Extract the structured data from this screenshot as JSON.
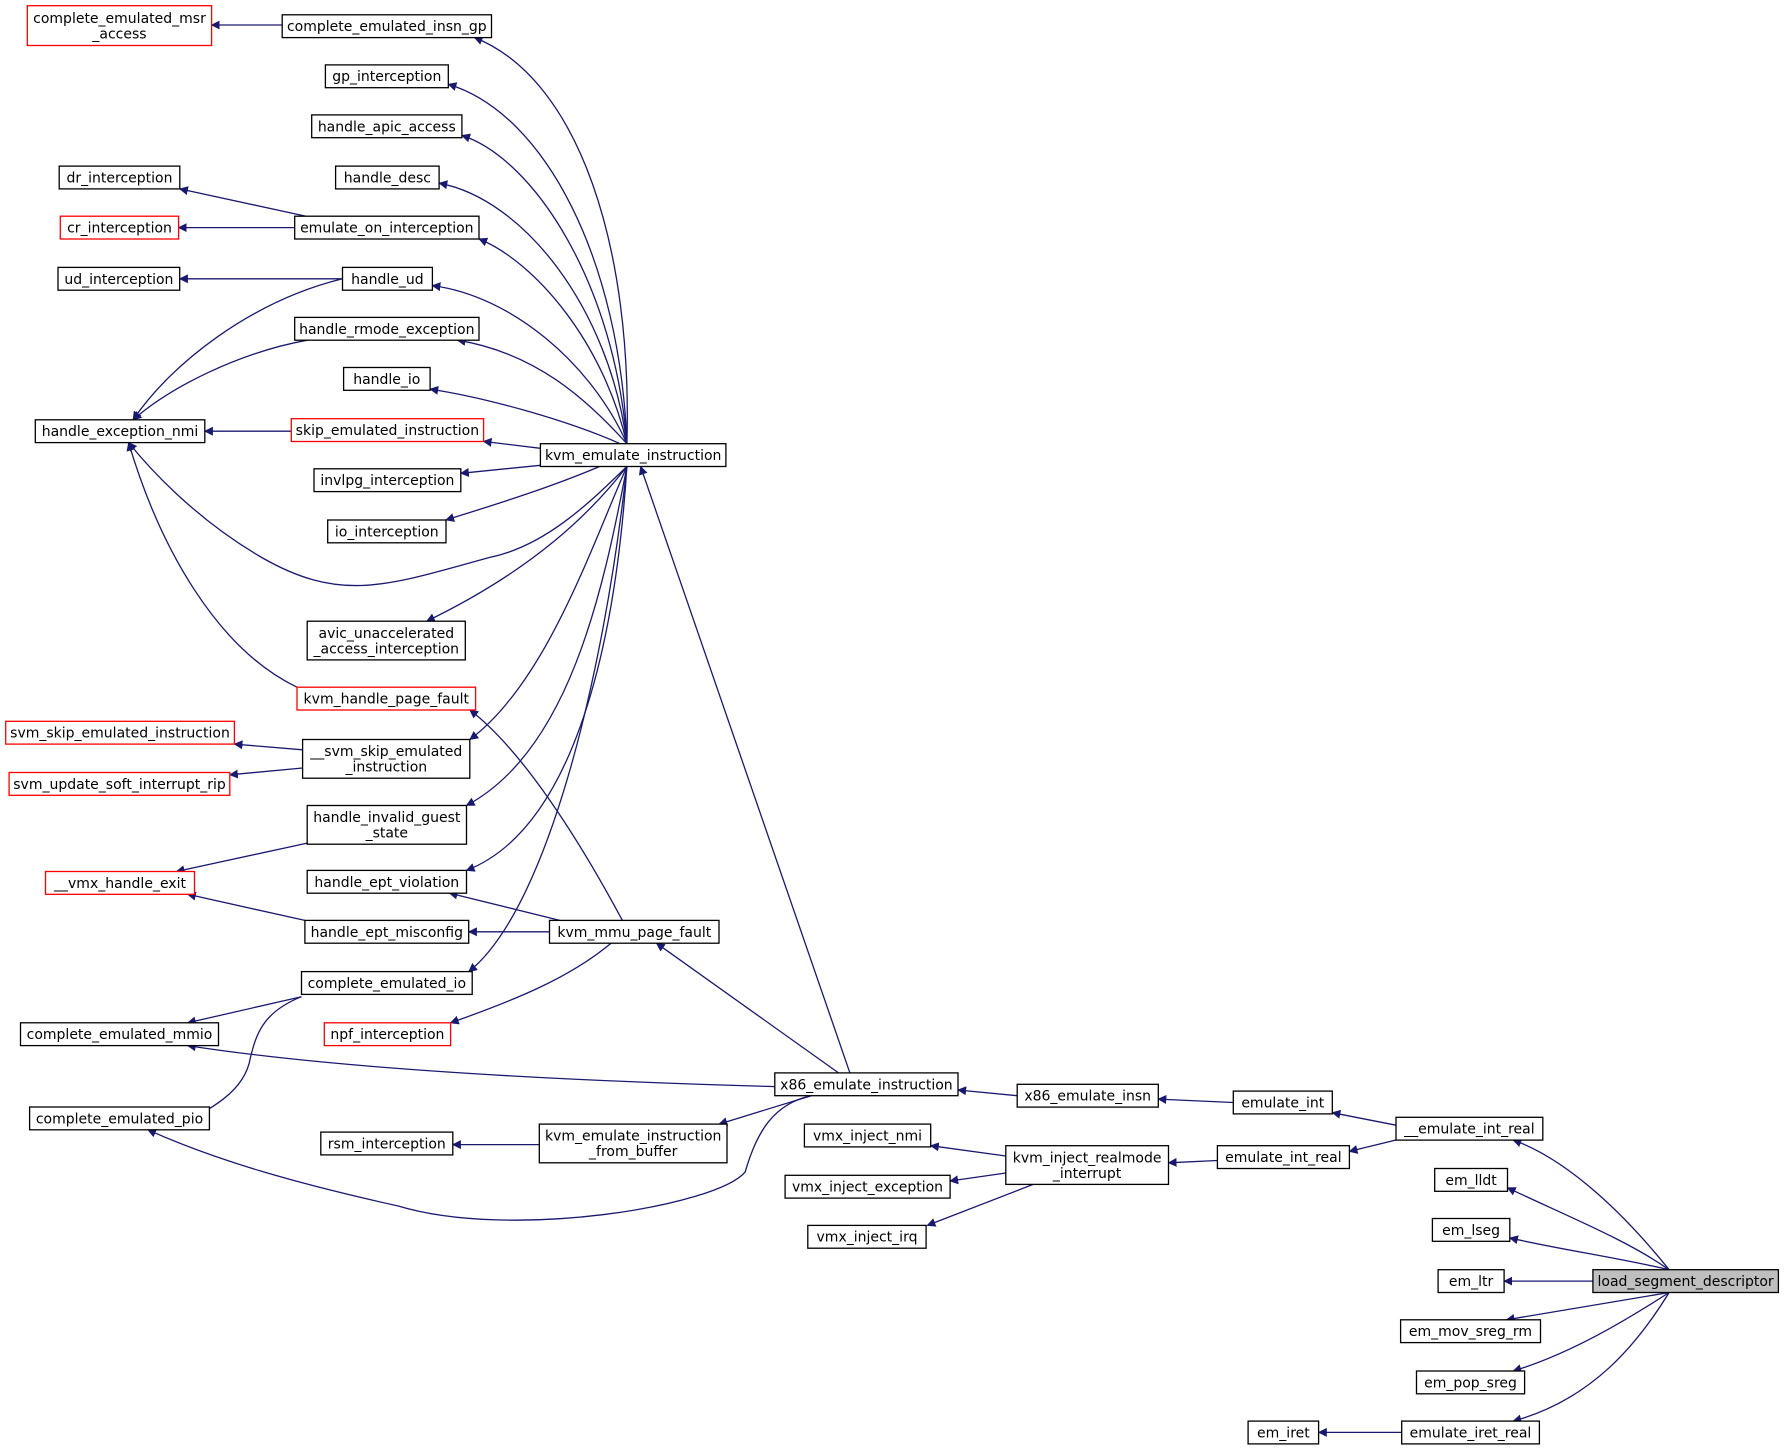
{
  "colors": {
    "edge": "#191970",
    "node_border": "#000000",
    "node_border_truncated": "#ff0000",
    "focus_fill": "#bfbfbf",
    "node_fill": "#ffffff"
  },
  "nodes": [
    {
      "id": "complete_emulated_msr_access",
      "lines": [
        "complete_emulated_msr",
        "_access"
      ],
      "style": "truncated"
    },
    {
      "id": "complete_emulated_insn_gp",
      "lines": [
        "complete_emulated_insn_gp"
      ],
      "style": "normal"
    },
    {
      "id": "gp_interception",
      "lines": [
        "gp_interception"
      ],
      "style": "normal"
    },
    {
      "id": "handle_apic_access",
      "lines": [
        "handle_apic_access"
      ],
      "style": "normal"
    },
    {
      "id": "handle_desc",
      "lines": [
        "handle_desc"
      ],
      "style": "normal"
    },
    {
      "id": "dr_interception",
      "lines": [
        "dr_interception"
      ],
      "style": "normal"
    },
    {
      "id": "cr_interception",
      "lines": [
        "cr_interception"
      ],
      "style": "truncated"
    },
    {
      "id": "emulate_on_interception",
      "lines": [
        "emulate_on_interception"
      ],
      "style": "normal"
    },
    {
      "id": "ud_interception",
      "lines": [
        "ud_interception"
      ],
      "style": "normal"
    },
    {
      "id": "handle_ud",
      "lines": [
        "handle_ud"
      ],
      "style": "normal"
    },
    {
      "id": "handle_rmode_exception",
      "lines": [
        "handle_rmode_exception"
      ],
      "style": "normal"
    },
    {
      "id": "handle_io",
      "lines": [
        "handle_io"
      ],
      "style": "normal"
    },
    {
      "id": "handle_exception_nmi",
      "lines": [
        "handle_exception_nmi"
      ],
      "style": "normal"
    },
    {
      "id": "skip_emulated_instruction",
      "lines": [
        "skip_emulated_instruction"
      ],
      "style": "truncated"
    },
    {
      "id": "kvm_emulate_instruction",
      "lines": [
        "kvm_emulate_instruction"
      ],
      "style": "normal"
    },
    {
      "id": "invlpg_interception",
      "lines": [
        "invlpg_interception"
      ],
      "style": "normal"
    },
    {
      "id": "io_interception",
      "lines": [
        "io_interception"
      ],
      "style": "normal"
    },
    {
      "id": "avic_unaccelerated_access_interception",
      "lines": [
        "avic_unaccelerated",
        "_access_interception"
      ],
      "style": "normal"
    },
    {
      "id": "kvm_handle_page_fault",
      "lines": [
        "kvm_handle_page_fault"
      ],
      "style": "truncated"
    },
    {
      "id": "svm_skip_emulated_instruction",
      "lines": [
        "svm_skip_emulated_instruction"
      ],
      "style": "truncated"
    },
    {
      "id": "__svm_skip_emulated_instruction",
      "lines": [
        "__svm_skip_emulated",
        "_instruction"
      ],
      "style": "normal"
    },
    {
      "id": "svm_update_soft_interrupt_rip",
      "lines": [
        "svm_update_soft_interrupt_rip"
      ],
      "style": "truncated"
    },
    {
      "id": "handle_invalid_guest_state",
      "lines": [
        "handle_invalid_guest",
        "_state"
      ],
      "style": "normal"
    },
    {
      "id": "__vmx_handle_exit",
      "lines": [
        "__vmx_handle_exit"
      ],
      "style": "truncated"
    },
    {
      "id": "handle_ept_violation",
      "lines": [
        "handle_ept_violation"
      ],
      "style": "normal"
    },
    {
      "id": "handle_ept_misconfig",
      "lines": [
        "handle_ept_misconfig"
      ],
      "style": "normal"
    },
    {
      "id": "kvm_mmu_page_fault",
      "lines": [
        "kvm_mmu_page_fault"
      ],
      "style": "normal"
    },
    {
      "id": "complete_emulated_io",
      "lines": [
        "complete_emulated_io"
      ],
      "style": "normal"
    },
    {
      "id": "complete_emulated_mmio",
      "lines": [
        "complete_emulated_mmio"
      ],
      "style": "normal"
    },
    {
      "id": "npf_interception",
      "lines": [
        "npf_interception"
      ],
      "style": "truncated"
    },
    {
      "id": "x86_emulate_instruction",
      "lines": [
        "x86_emulate_instruction"
      ],
      "style": "normal"
    },
    {
      "id": "x86_emulate_insn",
      "lines": [
        "x86_emulate_insn"
      ],
      "style": "normal"
    },
    {
      "id": "emulate_int",
      "lines": [
        "emulate_int"
      ],
      "style": "normal"
    },
    {
      "id": "__emulate_int_real",
      "lines": [
        "__emulate_int_real"
      ],
      "style": "normal"
    },
    {
      "id": "complete_emulated_pio",
      "lines": [
        "complete_emulated_pio"
      ],
      "style": "normal"
    },
    {
      "id": "rsm_interception",
      "lines": [
        "rsm_interception"
      ],
      "style": "normal"
    },
    {
      "id": "kvm_emulate_instruction_from_buffer",
      "lines": [
        "kvm_emulate_instruction",
        "_from_buffer"
      ],
      "style": "normal"
    },
    {
      "id": "vmx_inject_nmi",
      "lines": [
        "vmx_inject_nmi"
      ],
      "style": "normal"
    },
    {
      "id": "kvm_inject_realmode_interrupt",
      "lines": [
        "kvm_inject_realmode",
        "_interrupt"
      ],
      "style": "normal"
    },
    {
      "id": "emulate_int_real",
      "lines": [
        "emulate_int_real"
      ],
      "style": "normal"
    },
    {
      "id": "vmx_inject_exception",
      "lines": [
        "vmx_inject_exception"
      ],
      "style": "normal"
    },
    {
      "id": "vmx_inject_irq",
      "lines": [
        "vmx_inject_irq"
      ],
      "style": "normal"
    },
    {
      "id": "em_lldt",
      "lines": [
        "em_lldt"
      ],
      "style": "normal"
    },
    {
      "id": "em_lseg",
      "lines": [
        "em_lseg"
      ],
      "style": "normal"
    },
    {
      "id": "em_ltr",
      "lines": [
        "em_ltr"
      ],
      "style": "normal"
    },
    {
      "id": "load_segment_descriptor",
      "lines": [
        "load_segment_descriptor"
      ],
      "style": "focus"
    },
    {
      "id": "em_mov_sreg_rm",
      "lines": [
        "em_mov_sreg_rm"
      ],
      "style": "normal"
    },
    {
      "id": "em_pop_sreg",
      "lines": [
        "em_pop_sreg"
      ],
      "style": "normal"
    },
    {
      "id": "em_iret",
      "lines": [
        "em_iret"
      ],
      "style": "normal"
    },
    {
      "id": "emulate_iret_real",
      "lines": [
        "emulate_iret_real"
      ],
      "style": "normal"
    }
  ],
  "edges": [
    {
      "from": "complete_emulated_insn_gp",
      "to": "complete_emulated_msr_access"
    },
    {
      "from": "kvm_emulate_instruction",
      "to": "complete_emulated_insn_gp"
    },
    {
      "from": "kvm_emulate_instruction",
      "to": "gp_interception"
    },
    {
      "from": "kvm_emulate_instruction",
      "to": "handle_apic_access"
    },
    {
      "from": "kvm_emulate_instruction",
      "to": "handle_desc"
    },
    {
      "from": "emulate_on_interception",
      "to": "dr_interception"
    },
    {
      "from": "emulate_on_interception",
      "to": "cr_interception"
    },
    {
      "from": "kvm_emulate_instruction",
      "to": "emulate_on_interception"
    },
    {
      "from": "handle_ud",
      "to": "ud_interception"
    },
    {
      "from": "handle_ud",
      "to": "handle_exception_nmi"
    },
    {
      "from": "kvm_emulate_instruction",
      "to": "handle_ud"
    },
    {
      "from": "handle_rmode_exception",
      "to": "handle_exception_nmi"
    },
    {
      "from": "kvm_emulate_instruction",
      "to": "handle_rmode_exception"
    },
    {
      "from": "kvm_emulate_instruction",
      "to": "handle_io"
    },
    {
      "from": "skip_emulated_instruction",
      "to": "handle_exception_nmi"
    },
    {
      "from": "kvm_emulate_instruction",
      "to": "skip_emulated_instruction"
    },
    {
      "from": "kvm_emulate_instruction",
      "to": "invlpg_interception"
    },
    {
      "from": "kvm_emulate_instruction",
      "to": "io_interception"
    },
    {
      "from": "kvm_emulate_instruction",
      "to": "handle_exception_nmi"
    },
    {
      "from": "kvm_emulate_instruction",
      "to": "avic_unaccelerated_access_interception"
    },
    {
      "from": "kvm_handle_page_fault",
      "to": "handle_exception_nmi"
    },
    {
      "from": "kvm_emulate_instruction",
      "to": "__svm_skip_emulated_instruction"
    },
    {
      "from": "__svm_skip_emulated_instruction",
      "to": "svm_skip_emulated_instruction"
    },
    {
      "from": "__svm_skip_emulated_instruction",
      "to": "svm_update_soft_interrupt_rip"
    },
    {
      "from": "kvm_emulate_instruction",
      "to": "handle_invalid_guest_state"
    },
    {
      "from": "handle_invalid_guest_state",
      "to": "__vmx_handle_exit"
    },
    {
      "from": "kvm_emulate_instruction",
      "to": "handle_ept_violation"
    },
    {
      "from": "kvm_emulate_instruction",
      "to": "complete_emulated_io"
    },
    {
      "from": "kvm_mmu_page_fault",
      "to": "kvm_handle_page_fault"
    },
    {
      "from": "kvm_mmu_page_fault",
      "to": "handle_ept_violation"
    },
    {
      "from": "kvm_mmu_page_fault",
      "to": "handle_ept_misconfig"
    },
    {
      "from": "kvm_mmu_page_fault",
      "to": "npf_interception"
    },
    {
      "from": "handle_ept_misconfig",
      "to": "__vmx_handle_exit"
    },
    {
      "from": "complete_emulated_io",
      "to": "complete_emulated_mmio"
    },
    {
      "from": "complete_emulated_io",
      "to": "complete_emulated_pio"
    },
    {
      "from": "x86_emulate_instruction",
      "to": "kvm_emulate_instruction"
    },
    {
      "from": "x86_emulate_instruction",
      "to": "kvm_mmu_page_fault"
    },
    {
      "from": "x86_emulate_instruction",
      "to": "complete_emulated_mmio"
    },
    {
      "from": "x86_emulate_instruction",
      "to": "kvm_emulate_instruction_from_buffer"
    },
    {
      "from": "x86_emulate_instruction",
      "to": "complete_emulated_pio"
    },
    {
      "from": "kvm_emulate_instruction_from_buffer",
      "to": "rsm_interception"
    },
    {
      "from": "x86_emulate_insn",
      "to": "x86_emulate_instruction"
    },
    {
      "from": "emulate_int",
      "to": "x86_emulate_insn"
    },
    {
      "from": "__emulate_int_real",
      "to": "emulate_int"
    },
    {
      "from": "__emulate_int_real",
      "to": "emulate_int_real"
    },
    {
      "from": "emulate_int_real",
      "to": "kvm_inject_realmode_interrupt"
    },
    {
      "from": "kvm_inject_realmode_interrupt",
      "to": "vmx_inject_nmi"
    },
    {
      "from": "kvm_inject_realmode_interrupt",
      "to": "vmx_inject_exception"
    },
    {
      "from": "kvm_inject_realmode_interrupt",
      "to": "vmx_inject_irq"
    },
    {
      "from": "load_segment_descriptor",
      "to": "__emulate_int_real"
    },
    {
      "from": "load_segment_descriptor",
      "to": "em_lldt"
    },
    {
      "from": "load_segment_descriptor",
      "to": "em_lseg"
    },
    {
      "from": "load_segment_descriptor",
      "to": "em_ltr"
    },
    {
      "from": "load_segment_descriptor",
      "to": "em_mov_sreg_rm"
    },
    {
      "from": "load_segment_descriptor",
      "to": "em_pop_sreg"
    },
    {
      "from": "load_segment_descriptor",
      "to": "emulate_iret_real"
    },
    {
      "from": "emulate_iret_real",
      "to": "em_iret"
    }
  ]
}
